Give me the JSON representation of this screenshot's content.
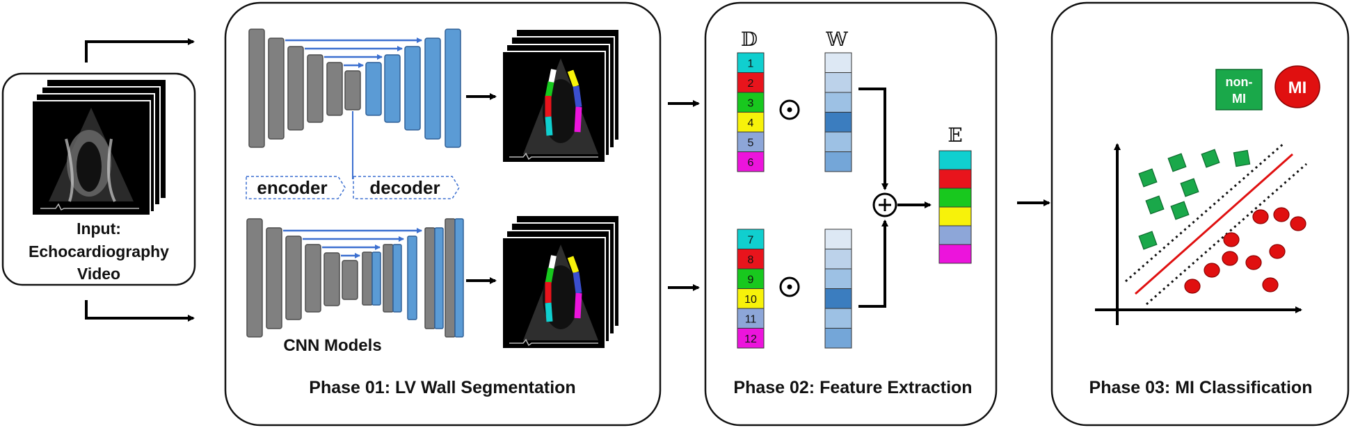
{
  "input": {
    "label_line1": "Input:",
    "label_line2": "Echocardiography",
    "label_line3": "Video"
  },
  "phase01": {
    "title": "Phase 01: LV Wall Segmentation",
    "encoder_label": "encoder",
    "decoder_label": "decoder",
    "models_label": "CNN Models"
  },
  "phase02": {
    "title": "Phase 02: Feature Extraction",
    "d_symbol": "𝔻",
    "w_symbol": "𝕎",
    "e_symbol": "𝔼",
    "hadamard_symbol": "⊙",
    "sum_symbol": "+",
    "top_segments": [
      {
        "label": "1",
        "color": "#10cfcf"
      },
      {
        "label": "2",
        "color": "#e8141c"
      },
      {
        "label": "3",
        "color": "#18c81e"
      },
      {
        "label": "4",
        "color": "#f7f20a"
      },
      {
        "label": "5",
        "color": "#8da6d8"
      },
      {
        "label": "6",
        "color": "#ec14dc"
      }
    ],
    "bottom_segments": [
      {
        "label": "7",
        "color": "#10cfcf"
      },
      {
        "label": "8",
        "color": "#e8141c"
      },
      {
        "label": "9",
        "color": "#18c81e"
      },
      {
        "label": "10",
        "color": "#f7f20a"
      },
      {
        "label": "11",
        "color": "#8da6d8"
      },
      {
        "label": "12",
        "color": "#ec14dc"
      }
    ],
    "weight_colors": [
      "#dde8f4",
      "#bcd2ea",
      "#9dc1e4",
      "#3b7dbf",
      "#9dc1e4",
      "#74a6d8"
    ],
    "e_colors": [
      "#10cfcf",
      "#e8141c",
      "#18c81e",
      "#f7f20a",
      "#8da6d8",
      "#ec14dc"
    ]
  },
  "phase03": {
    "title": "Phase 03: MI Classification",
    "non_mi_line1": "non-",
    "non_mi_line2": "MI",
    "mi_label": "MI"
  },
  "colors": {
    "encoder_gray": "#808080",
    "decoder_blue": "#5b9bd5",
    "skip_blue": "#3b6fd0",
    "non_mi_green": "#1aa84a",
    "mi_red": "#e01010"
  }
}
